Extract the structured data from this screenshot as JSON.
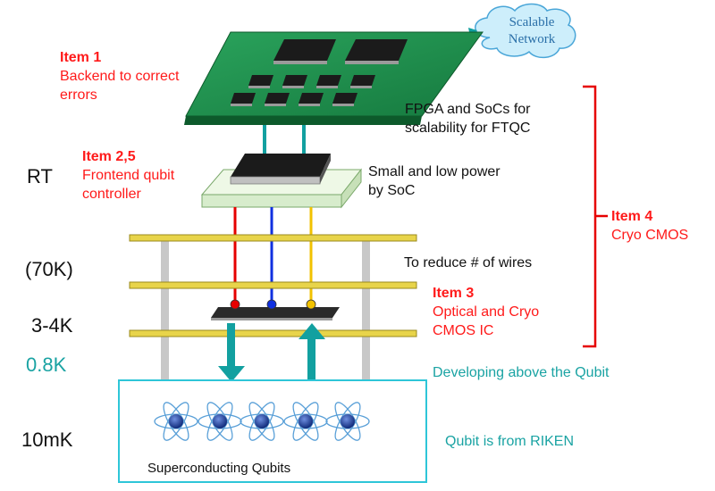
{
  "cloud": {
    "line1": "Scalable",
    "line2": "Network"
  },
  "items": [
    {
      "heading": "Item 1",
      "line1": "Backend to correct",
      "line2": "errors"
    },
    {
      "heading": "Item 2,5",
      "line1": "Frontend qubit",
      "line2": "controller"
    },
    {
      "heading": "Item 3",
      "line1": "Optical and Cryo",
      "line2": "CMOS IC"
    },
    {
      "heading": "Item 4",
      "line1": "Cryo CMOS"
    }
  ],
  "temperatures": [
    "RT",
    "(70K)",
    "3-4K",
    "0.8K",
    "10mK"
  ],
  "notes": {
    "fpga_line1": "FPGA and SoCs for",
    "fpga_line2": "scalability for FTQC",
    "soc_line1": "Small and low power",
    "soc_line2": "by SoC",
    "wires": "To reduce # of wires",
    "developing": "Developing above the Qubit",
    "riken": "Qubit is from RIKEN",
    "qubits": "Superconducting Qubits"
  },
  "colors": {
    "board": "#1f8a4c",
    "teal": "#12a0a0",
    "red_wire": "#e60000",
    "blue_wire": "#1030e0",
    "yellow_wire": "#f2c200",
    "plate": "#e8d44a",
    "label_red": "#ff1a1a",
    "label_teal": "#1aa3a3"
  }
}
